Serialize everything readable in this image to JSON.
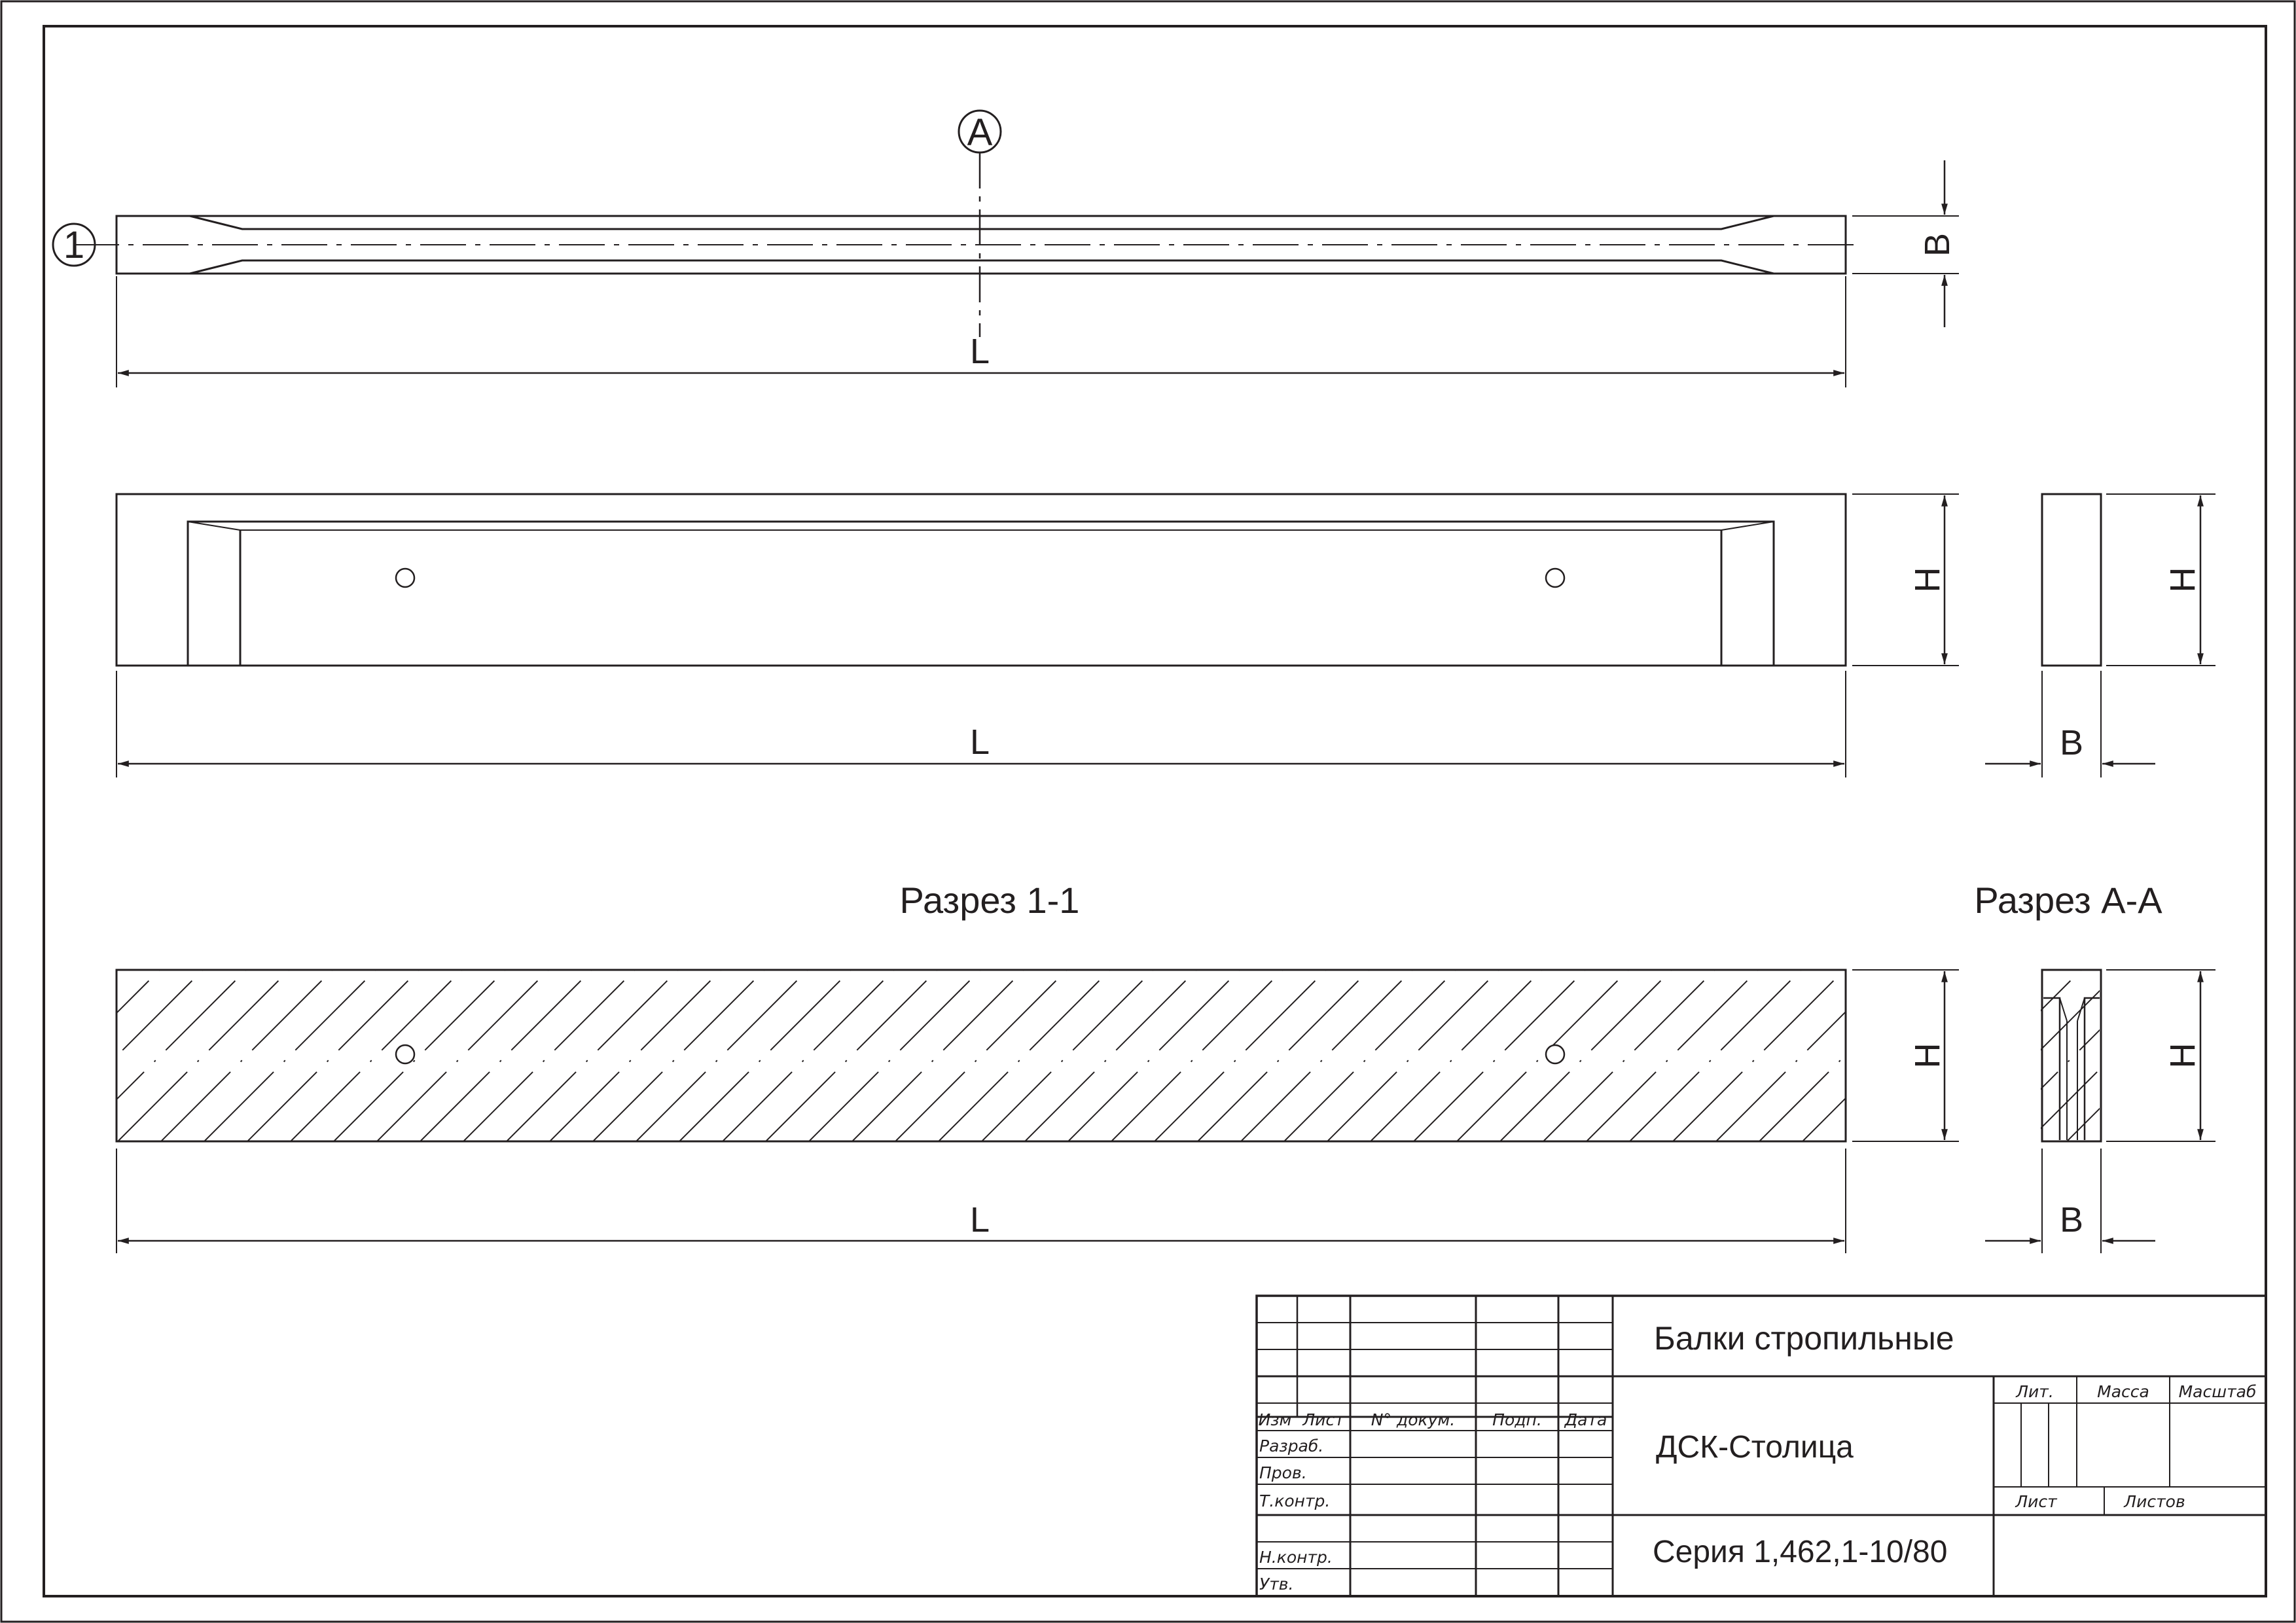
{
  "labels": {
    "section_marker": "A",
    "view_marker": "1",
    "length": "L",
    "width": "B",
    "height": "H",
    "section_1_1_title": "Разрез 1-1",
    "section_a_a_title": "Разрез А-А"
  },
  "title_block": {
    "title": "Балки стропильные",
    "organization": "ДСК-Столица",
    "series": "Серия 1,462,1-10/80",
    "columns": {
      "izm": "Изм",
      "list": "Лист",
      "doc_no": "N° докум.",
      "sign": "Подп.",
      "date": "Дата"
    },
    "roles": {
      "razrab": "Разраб.",
      "prov": "Пров.",
      "tkontr": "Т.контр.",
      "nkontr": "Н.контр.",
      "utv": "Утв."
    },
    "meta": {
      "lit": "Лит.",
      "massa": "Масса",
      "masshtab": "Масштаб",
      "list": "Лист",
      "listov": "Листов"
    }
  }
}
